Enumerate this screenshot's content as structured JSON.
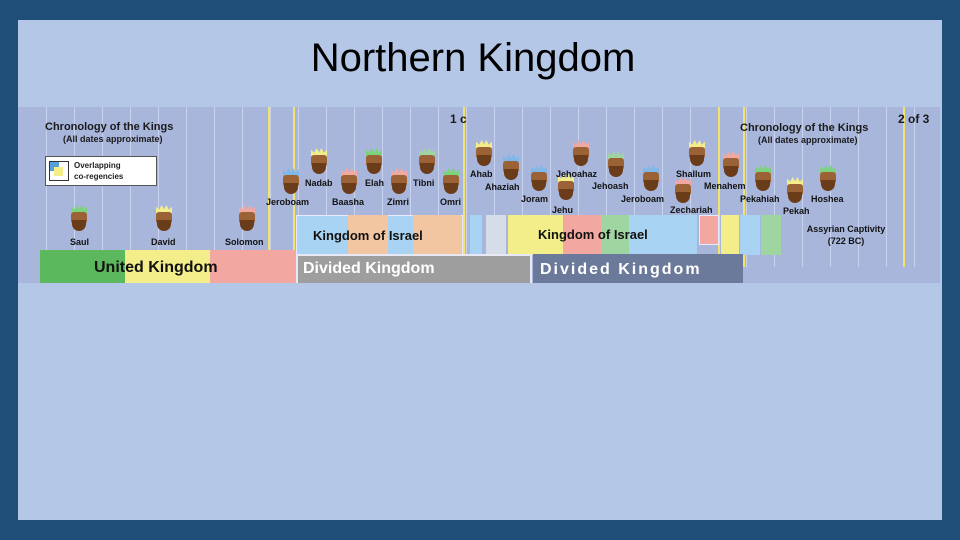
{
  "slide": {
    "title": "Northern Kingdom"
  },
  "chart": {
    "header_left": "Chronology of the Kings",
    "header_left_sub": "(All dates approximate)",
    "header_right": "Chronology of the Kings",
    "header_right_sub": "(All dates approximate)",
    "page_left": "1 c",
    "page_right": "2 of 3",
    "legend_line1": "Overlapping",
    "legend_line2": "co-regencies",
    "kings": [
      "Saul",
      "David",
      "Solomon",
      "Jeroboam",
      "Nadab",
      "Baasha",
      "Elah",
      "Zimri",
      "Tibni",
      "Omri",
      "Ahab",
      "Ahaziah",
      "Joram",
      "Jehu",
      "Jehoahaz",
      "Jehoash",
      "Jeroboam",
      "Zechariah",
      "Shallum",
      "Menahem",
      "Pekahiah",
      "Pekah",
      "Hoshea"
    ],
    "band_kingdom_israel_1": "Kingdom of Israel",
    "band_kingdom_israel_2": "Kingdom of Israel",
    "band_united": "United Kingdom",
    "band_divided_1": "Divided Kingdom",
    "band_divided_2": "Divided Kingdom",
    "captivity": "Assyrian Captivity",
    "captivity_date": "(722 BC)",
    "colors": {
      "united_green": "#5cb85c",
      "united_yellow": "#f3ee8a",
      "united_pink": "#f2a7a0",
      "israel_blue": "#a9d3f2",
      "israel_yellow": "#f3ee8a",
      "israel_pink": "#f2a7a0",
      "israel_green": "#9fd5a0",
      "divided_bar": "#9e9e9e",
      "arrow_fill": "#f7f5c8"
    }
  }
}
